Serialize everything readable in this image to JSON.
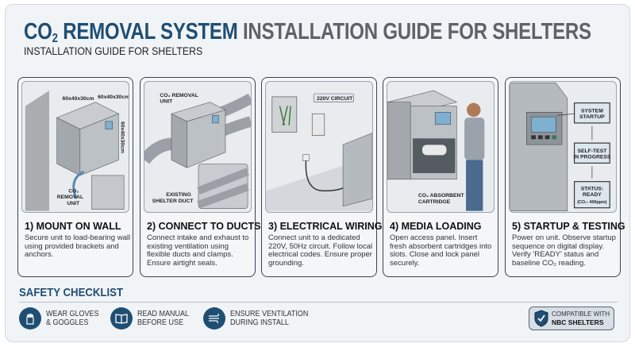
{
  "header": {
    "title_part1": "CO",
    "title_sub": "2",
    "title_part2": " REMOVAL SYSTEM",
    "title_part3": " INSTALLATION GUIDE FOR SHELTERS",
    "subtitle": "INSTALLATION GUIDE FOR SHELTERS"
  },
  "steps": [
    {
      "title": "1) MOUNT ON WALL",
      "description": "Secure unit to load-bearing wall using provided brackets and anchors.",
      "labels": {
        "dim1": "60x40x30cm",
        "dim2": "60x40x30cm",
        "dim3": "60x40x30cm",
        "unit_line1": "CO₂",
        "unit_line2": "REMOVAL",
        "unit_line3": "UNIT"
      }
    },
    {
      "title": "2) CONNECT TO DUCTS",
      "description": "Connect intake and exhaust to existing ventilation using flexible ducts and clamps. Ensure airtight seals.",
      "labels": {
        "unit_line1": "CO₂ REMOVAL",
        "unit_line2": "UNIT",
        "duct_line1": "EXISTING",
        "duct_line2": "SHELTER DUCT"
      }
    },
    {
      "title": "3) ELECTRICAL WIRING",
      "description": "Connect unit to a dedicated 220V, 50Hz circuit. Follow local electrical codes. Ensure proper grounding.",
      "labels": {
        "circuit": "220V CIRCUIT"
      }
    },
    {
      "title": "4) MEDIA LOADING",
      "description": "Open access panel. Insert fresh absorbent cartridges into slots. Close and lock panel securely.",
      "labels": {
        "cart_line1": "CO₂ ABSORBENT",
        "cart_line2": "CARTRIDGE"
      }
    },
    {
      "title": "5) STARTUP & TESTING",
      "description": "Power on unit. Observe startup sequence on digital display. Verify 'READY' status and baseline CO₂ reading.",
      "labels": {
        "s1a": "SYSTEM",
        "s1b": "STARTUP",
        "s2a": "SELF-TEST",
        "s2b": "IN PROGRESS",
        "s3a": "STATUS:",
        "s3b": "READY",
        "s3c": "(CO₂: 400ppm)"
      }
    }
  ],
  "safety": {
    "title": "SAFETY CHECKLIST",
    "items": [
      {
        "icon": "gloves-icon",
        "line1": "WEAR GLOVES",
        "line2": "& GOGGLES"
      },
      {
        "icon": "book-icon",
        "line1": "READ MANUAL",
        "line2": "BEFORE USE"
      },
      {
        "icon": "ventilation-icon",
        "line1": "ENSURE VENTILATION",
        "line2": "DURING INSTALL"
      }
    ],
    "badge": {
      "icon": "shield-check-icon",
      "line1": "COMPATIBLE WITH",
      "line2": "NBC SHELTERS"
    }
  },
  "colors": {
    "accent": "#1f4e73",
    "title_gray": "#5f6368",
    "background": "#f1f4f7"
  }
}
